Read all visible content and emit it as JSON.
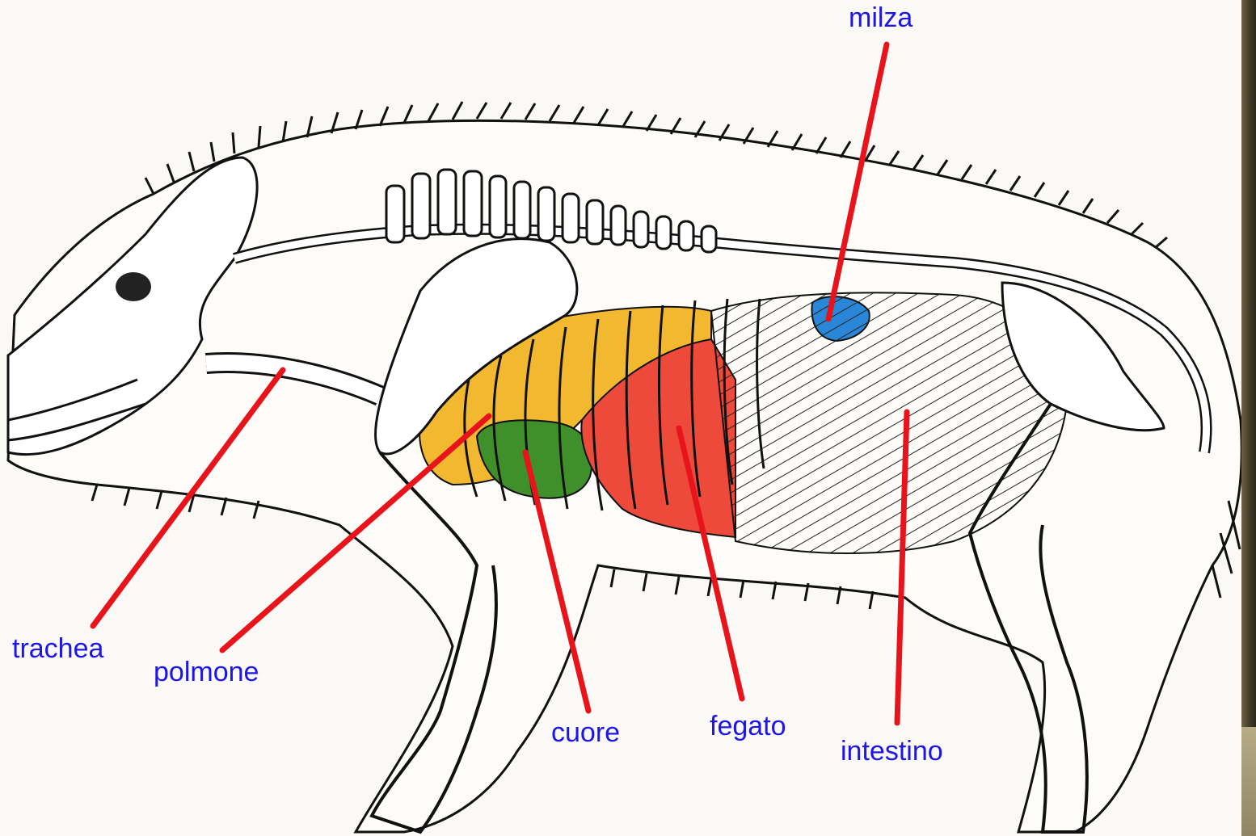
{
  "labels": {
    "milza": "milza",
    "trachea": "trachea",
    "polmone": "polmone",
    "cuore": "cuore",
    "fegato": "fegato",
    "intestino": "intestino"
  },
  "colors": {
    "label_text": "#1d16e6",
    "pointer_line": "#e8141c",
    "lung": "#f2b830",
    "heart": "#3f8f2a",
    "liver": "#ee4a3c",
    "spleen": "#2a86d6",
    "outline": "#111111"
  }
}
